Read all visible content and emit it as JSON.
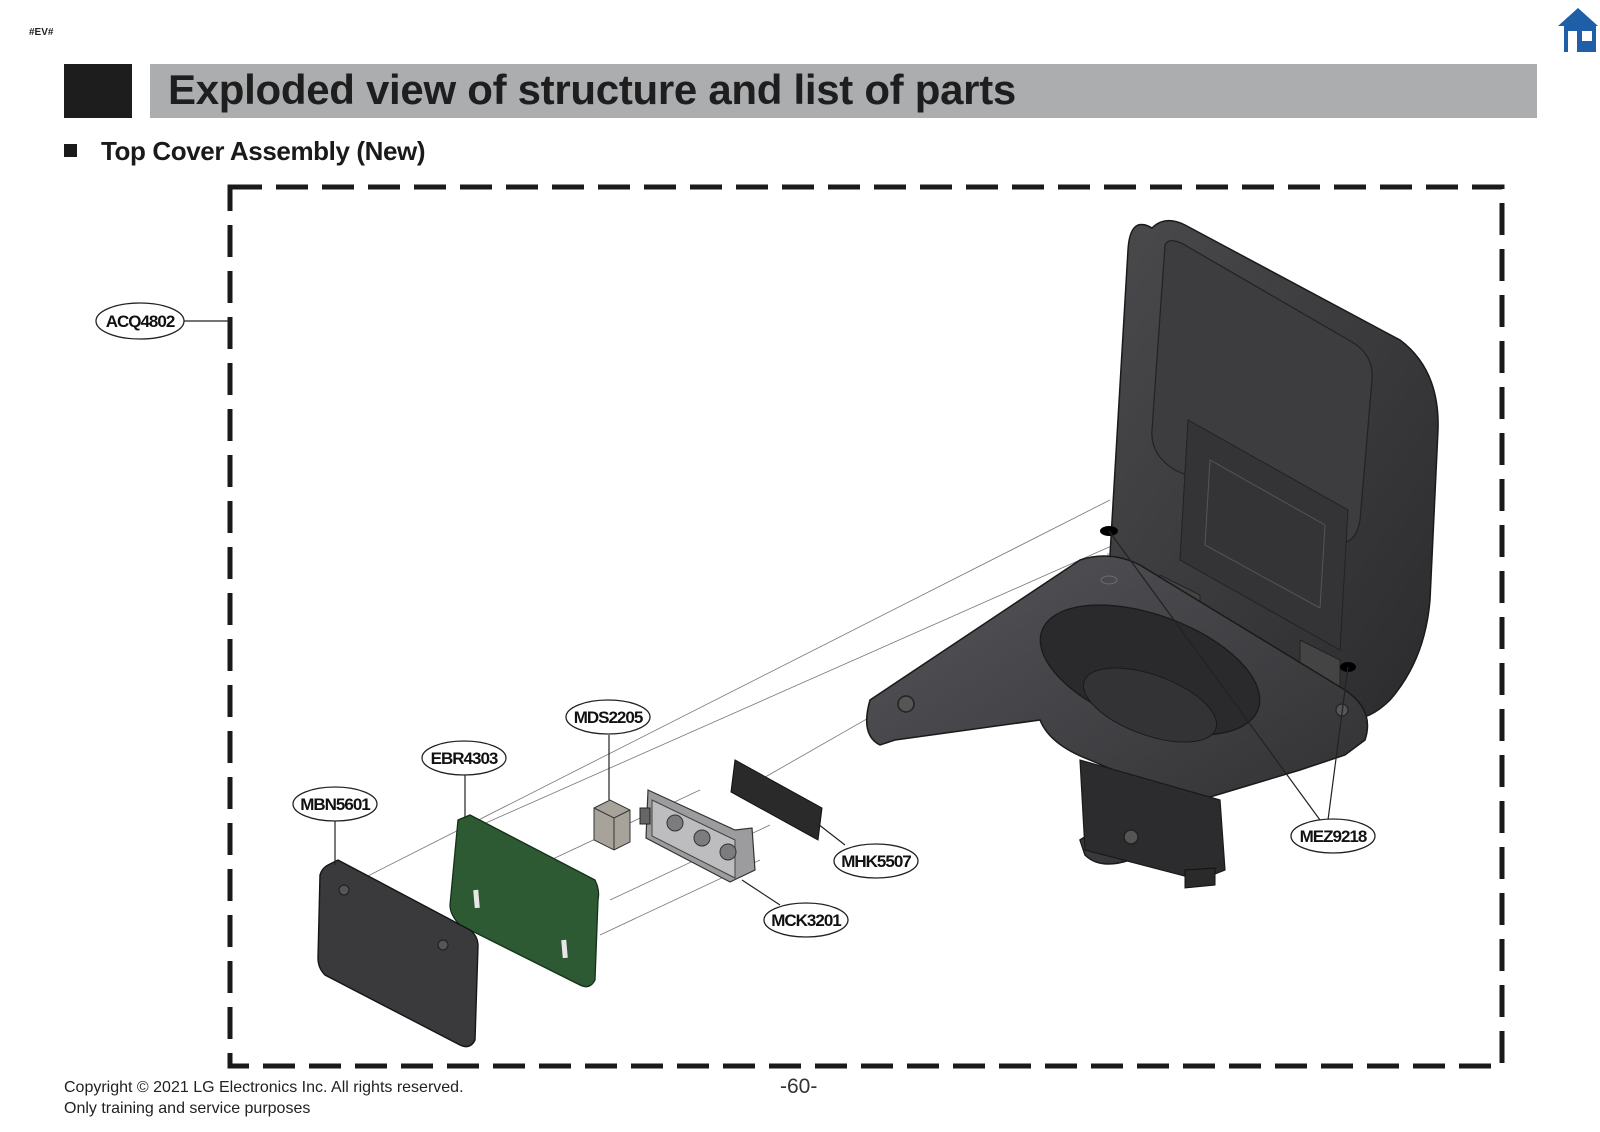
{
  "header": {
    "tag": "#EV#",
    "title": "Exploded view of structure and list of parts",
    "home_icon": "home-icon"
  },
  "section": {
    "title": "Top Cover Assembly (New)"
  },
  "callouts": {
    "acq": "ACQ4802",
    "mds": "MDS2205",
    "ebr": "EBR4303",
    "mbn": "MBN5601",
    "mhk": "MHK5507",
    "mck": "MCK3201",
    "mez": "MEZ9218"
  },
  "footer": {
    "copyright": "Copyright © 2021 LG Electronics Inc. All rights reserved.",
    "purpose": "Only training and service purposes",
    "page": "-60-"
  },
  "colors": {
    "title_bar": "#acadaf",
    "title_block": "#1d1d1d",
    "home_icon": "#1f5fa8",
    "part_dark": "#3b3b3d",
    "pcb_green": "#2d5a32"
  }
}
